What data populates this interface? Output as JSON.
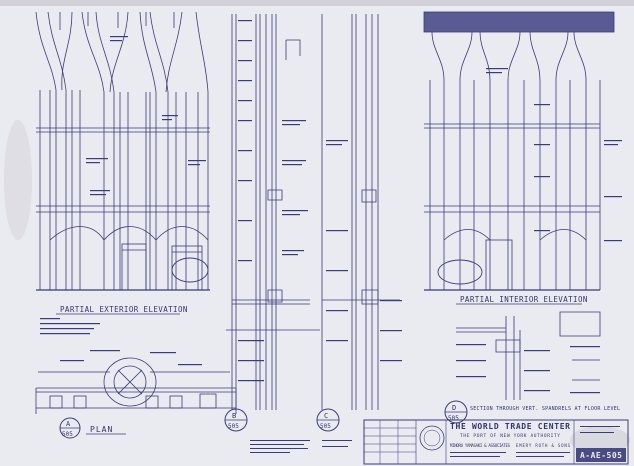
{
  "drawing": {
    "ink_color": "#3a3b7a",
    "paper_color": "#e9ebf1",
    "stain_color": "#c9c6cf"
  },
  "views": {
    "elev_left_title": "PARTIAL EXTERIOR ELEVATION",
    "elev_right_title": "PARTIAL INTERIOR ELEVATION",
    "plan_title": "PLAN",
    "section_d_title": "SECTION THROUGH VERT. SPANDRELS AT FLOOR LEVEL",
    "bubble_a": {
      "letter": "A",
      "sheet": "505"
    },
    "bubble_b": {
      "letter": "B",
      "sheet": "505"
    },
    "bubble_c": {
      "letter": "C",
      "sheet": "505"
    },
    "bubble_d": {
      "letter": "D",
      "sheet": "505"
    }
  },
  "title_block": {
    "project": "THE WORLD TRADE CENTER",
    "client": "THE PORT OF NEW YORK AUTHORITY",
    "architect_1": "MINORU YAMASAKI & ASSOCIATES",
    "architect_2": "EMERY ROTH & SONS",
    "sheet_number": "A-AE-505"
  }
}
